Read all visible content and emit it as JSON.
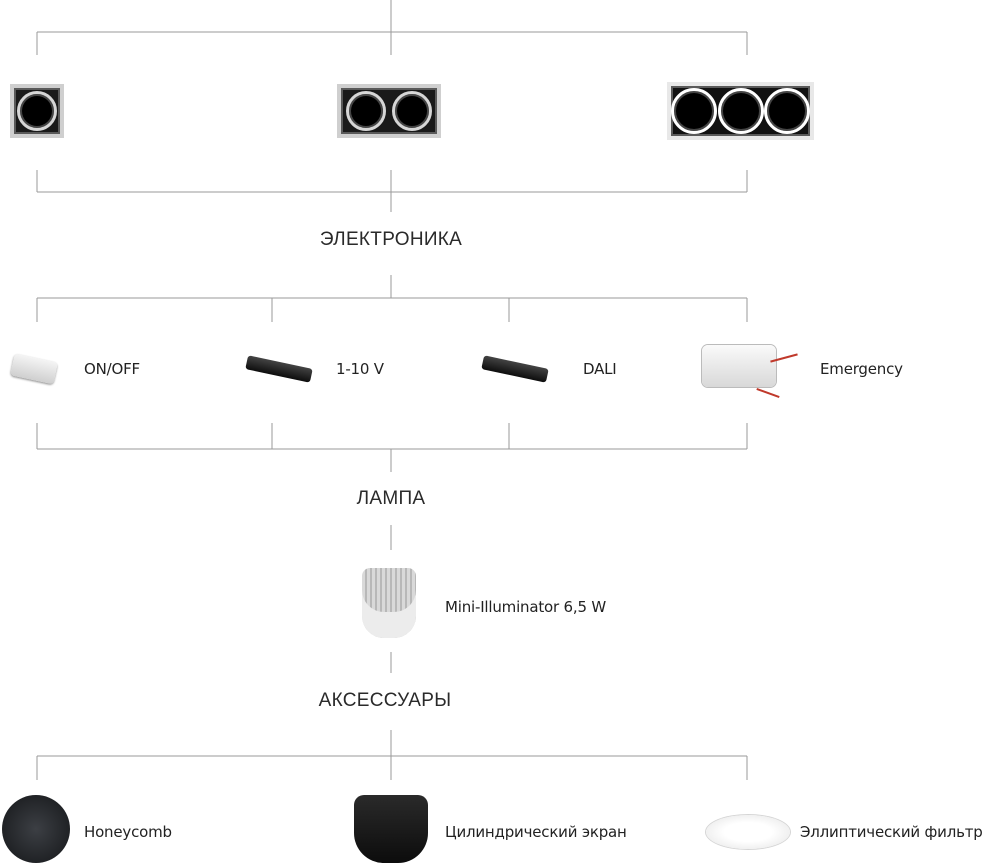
{
  "sections": {
    "electronics": "ЭЛЕКТРОНИКА",
    "lamp": "ЛАМПА",
    "accessories": "АКСЕССУАРЫ"
  },
  "electronics_items": [
    "ON/OFF",
    "1-10 V",
    "DALI",
    "Emergency"
  ],
  "lamp_item": "Mini-Illuminator 6,5 W",
  "accessory_items": [
    "Honeycomb",
    "Цилиндрический экран",
    "Эллиптический фильтр"
  ],
  "housings": [
    {
      "lenses": 1
    },
    {
      "lenses": 2
    },
    {
      "lenses": 3
    }
  ],
  "colors": {
    "wire": "#9a9a9a",
    "text": "#222222"
  }
}
